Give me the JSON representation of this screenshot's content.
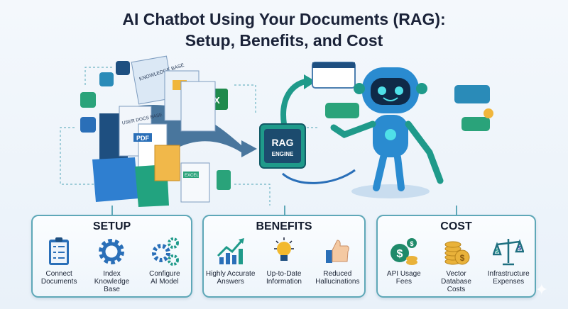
{
  "title": {
    "line1": "AI Chatbot Using Your Documents (RAG):",
    "line2": "Setup, Benefits, and Cost"
  },
  "illustration": {
    "doc_labels": [
      "KNOWLEDGE BASE",
      "USER DOCS BASE",
      "PDF",
      "EXCEL"
    ],
    "engine_label_1": "RAG",
    "engine_label_2": "ENGINE"
  },
  "panels": [
    {
      "title": "SETUP",
      "items": [
        {
          "icon": "clipboard-checklist-icon",
          "label": [
            "Connect",
            "Documents"
          ]
        },
        {
          "icon": "gear-icon",
          "label": [
            "Index",
            "Knowledge",
            "Base"
          ]
        },
        {
          "icon": "gears-icon",
          "label": [
            "Configure",
            "AI Model"
          ]
        }
      ]
    },
    {
      "title": "BENEFITS",
      "items": [
        {
          "icon": "growth-chart-icon",
          "label": [
            "Highly Accurate",
            "Answers"
          ]
        },
        {
          "icon": "lightbulb-icon",
          "label": [
            "Up-to-Date",
            "Information"
          ]
        },
        {
          "icon": "thumbs-up-icon",
          "label": [
            "Reduced",
            "Hallucinations"
          ]
        }
      ]
    },
    {
      "title": "COST",
      "items": [
        {
          "icon": "coins-icon",
          "label": [
            "API Usage",
            "Fees"
          ]
        },
        {
          "icon": "coin-stack-icon",
          "label": [
            "Vector",
            "Database",
            "Costs"
          ]
        },
        {
          "icon": "balance-scale-icon",
          "label": [
            "Infrastructure",
            "Expenses"
          ]
        }
      ]
    }
  ],
  "colors": {
    "teal": "#1f9a8a",
    "blue": "#2a6fb8",
    "navy": "#1a2238",
    "gold": "#e9b23a",
    "border": "#5fa8b8"
  }
}
